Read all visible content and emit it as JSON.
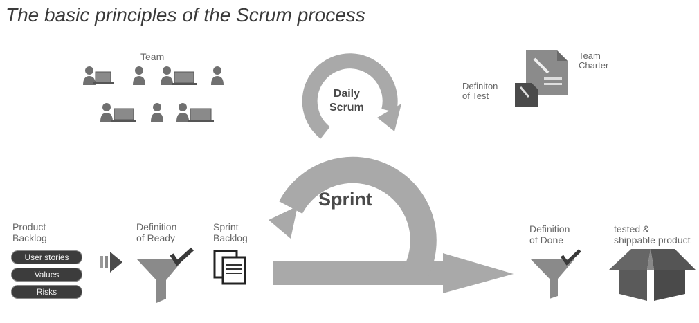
{
  "title": "The basic principles of the Scrum process",
  "team": {
    "label": "Team"
  },
  "daily_scrum": {
    "label": "Daily\nScrum"
  },
  "sprint": {
    "label": "Sprint"
  },
  "team_charter": {
    "label": "Team\nCharter"
  },
  "definition_of_test": {
    "label": "Definiton\nof Test"
  },
  "product_backlog": {
    "label": "Product\nBacklog",
    "items": [
      "User stories",
      "Values",
      "Risks"
    ]
  },
  "definition_of_ready": {
    "label": "Definition\nof Ready"
  },
  "sprint_backlog": {
    "label": "Sprint\nBacklog"
  },
  "definition_of_done": {
    "label": "Definition\nof Done"
  },
  "shippable": {
    "label": "tested &\nshippable product"
  },
  "colors": {
    "arrow_gray": "#a9a9a9",
    "dark_gray": "#4a4a4a",
    "icon_gray": "#6f6f6f"
  }
}
